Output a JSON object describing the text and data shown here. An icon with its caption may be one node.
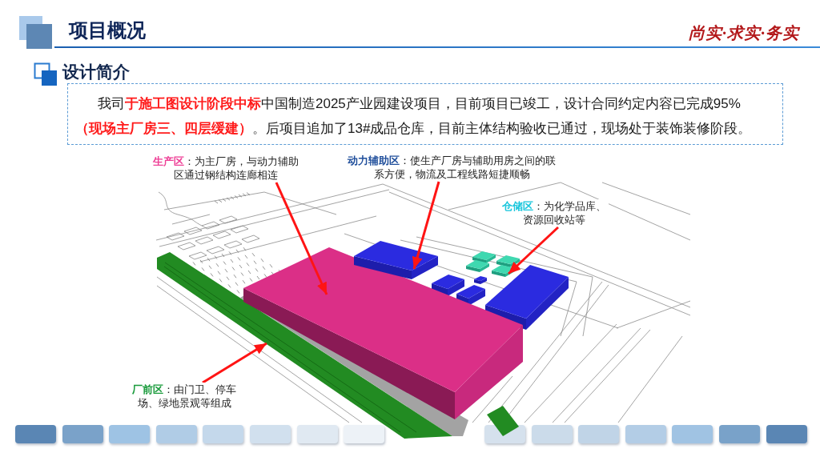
{
  "diagram": {
    "title": "项目概况",
    "nodes": [
      {
        "text": [
          "我司**于施工图设计阶段中标**中国制造2025产业园建设项目，目前项目已竣工，设计合同约定内容已完成95%**（现场主厂房三、四层缓建）**。后项目追加了13#成品仓库，目前主体结构验收已通过，现场处于装饰装修阶段。"
        ]
      },
      {
        "text": [
          "**生产区**：为主厂房，与动力辅助区通过钢结构连廊相连"
        ]
      },
      {
        "text": [
          "**动力辅助区**：使生产厂房与辅助用房之间的联系方便，物流及工程线路短捷顺畅"
        ]
      },
      {
        "text": [
          "**仓储区**：为化学品库、资源回收站等"
        ]
      },
      {
        "text": [
          "**厂前区**：由门卫、停车场、绿地景观等组成"
        ]
      },
      {
        "text": [],
        "shape": "band"
      },
      {
        "text": [],
        "shape": "box"
      },
      {
        "text": [],
        "shape": "box"
      },
      {
        "text": [],
        "shape": "box"
      }
    ],
    "edges": [
      {
        "from": 1,
        "to": 6,
        "arrow": "to"
      },
      {
        "from": 2,
        "to": 7,
        "arrow": "to"
      },
      {
        "from": 3,
        "to": 8,
        "arrow": "to"
      },
      {
        "from": 4,
        "to": 5,
        "arrow": "to"
      }
    ],
    "labels": [
      "尚实·求实·务实",
      "设计简介"
    ]
  }
}
